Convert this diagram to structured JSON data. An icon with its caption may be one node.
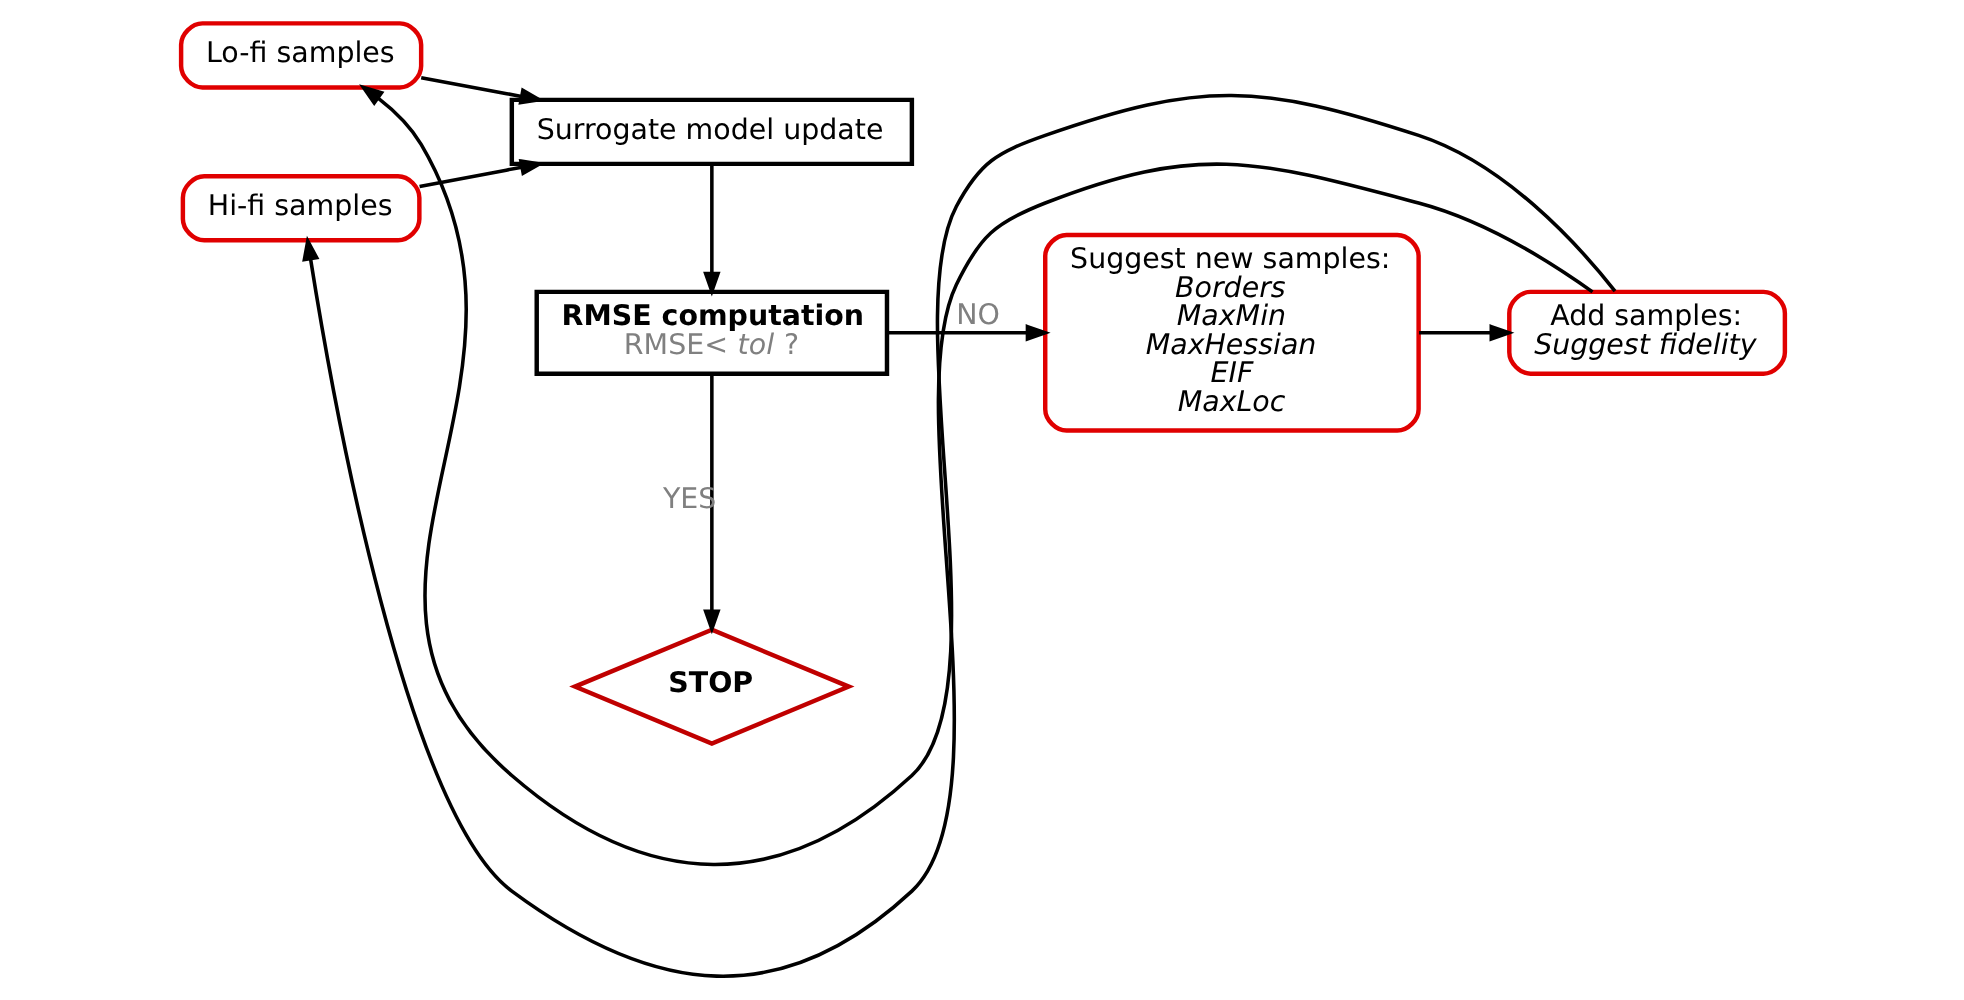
{
  "diagram": {
    "nodes": [
      {
        "text": [
          "Lo-fi samples"
        ]
      },
      {
        "text": [
          "Hi-fi samples"
        ]
      },
      {
        "text": [
          "Surrogate model update"
        ]
      },
      {
        "text": [
          "RMSE computation",
          "RMSE< *tol* ?"
        ]
      },
      {
        "text": [
          "STOP"
        ]
      },
      {
        "text": [
          "Suggest new samples:",
          "Borders",
          "MaxMin",
          "MaxHessian",
          "EIF",
          "MaxLoc"
        ]
      },
      {
        "text": [
          "Add samples:",
          "Suggest fidelity"
        ]
      }
    ],
    "edges": [
      {
        "from": 0,
        "to": 2,
        "arrow": "to"
      },
      {
        "from": 1,
        "to": 2,
        "arrow": "to"
      },
      {
        "from": 2,
        "to": 3,
        "arrow": "to"
      },
      {
        "from": 3,
        "to": 5,
        "arrow": "to",
        "label": "NO"
      },
      {
        "from": 3,
        "to": 4,
        "arrow": "to",
        "label": "YES"
      },
      {
        "from": 5,
        "to": 6,
        "arrow": "to"
      },
      {
        "from": 6,
        "to": 0,
        "arrow": "to"
      },
      {
        "from": 6,
        "to": 1,
        "arrow": "to"
      }
    ]
  }
}
